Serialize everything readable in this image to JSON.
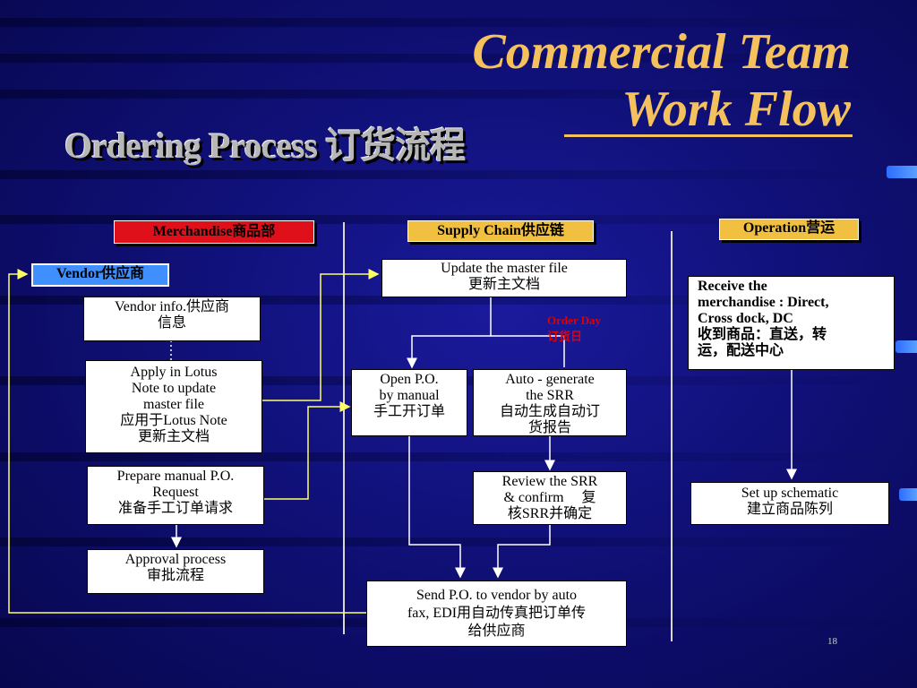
{
  "title": {
    "line1": "Commercial Team",
    "line2": "Work Flow"
  },
  "subtitle": "Ordering Process 订货流程",
  "columns": {
    "merchandise": "Merchandise商品部",
    "supply_chain": "Supply Chain供应链",
    "operation": "Operation营运"
  },
  "vendor_label": "Vendor供应商",
  "boxes": {
    "vendor_info": [
      "Vendor info.供应商",
      "信息"
    ],
    "apply_lotus": [
      "Apply in Lotus",
      "Note to update",
      "master file",
      "应用于Lotus Note",
      "更新主文档"
    ],
    "prepare_po": [
      "Prepare manual P.O.",
      "Request",
      "准备手工订单请求"
    ],
    "approval": [
      "Approval process",
      "审批流程"
    ],
    "update_master": [
      "Update the master file",
      "更新主文档"
    ],
    "open_po": [
      "Open P.O.",
      "by manual",
      "手工开订单"
    ],
    "auto_srr": [
      "Auto - generate",
      "the SRR",
      "自动生成自动订",
      "货报告"
    ],
    "review_srr": [
      "Review the SRR",
      "& confirm     复",
      "核SRR并确定"
    ],
    "send_po": [
      "Send P.O. to vendor by auto",
      "fax, EDI用自动传真把订单传",
      "给供应商"
    ],
    "receive": [
      "Receive the",
      "merchandise : Direct,",
      "Cross dock, DC",
      "收到商品：直送，转",
      "运，配送中心"
    ],
    "schematic": [
      "Set up schematic",
      "建立商品陈列"
    ]
  },
  "order_day": [
    "Order Day",
    "订货日"
  ],
  "page_number": "18",
  "colors": {
    "title": "#f5c15c",
    "merchandise_header": "#e0101a",
    "supply_header": "#f2c040",
    "operation_header": "#f2c040",
    "vendor_header": "#3f8fff",
    "connector": "#ffff66",
    "background": "#10107a"
  }
}
